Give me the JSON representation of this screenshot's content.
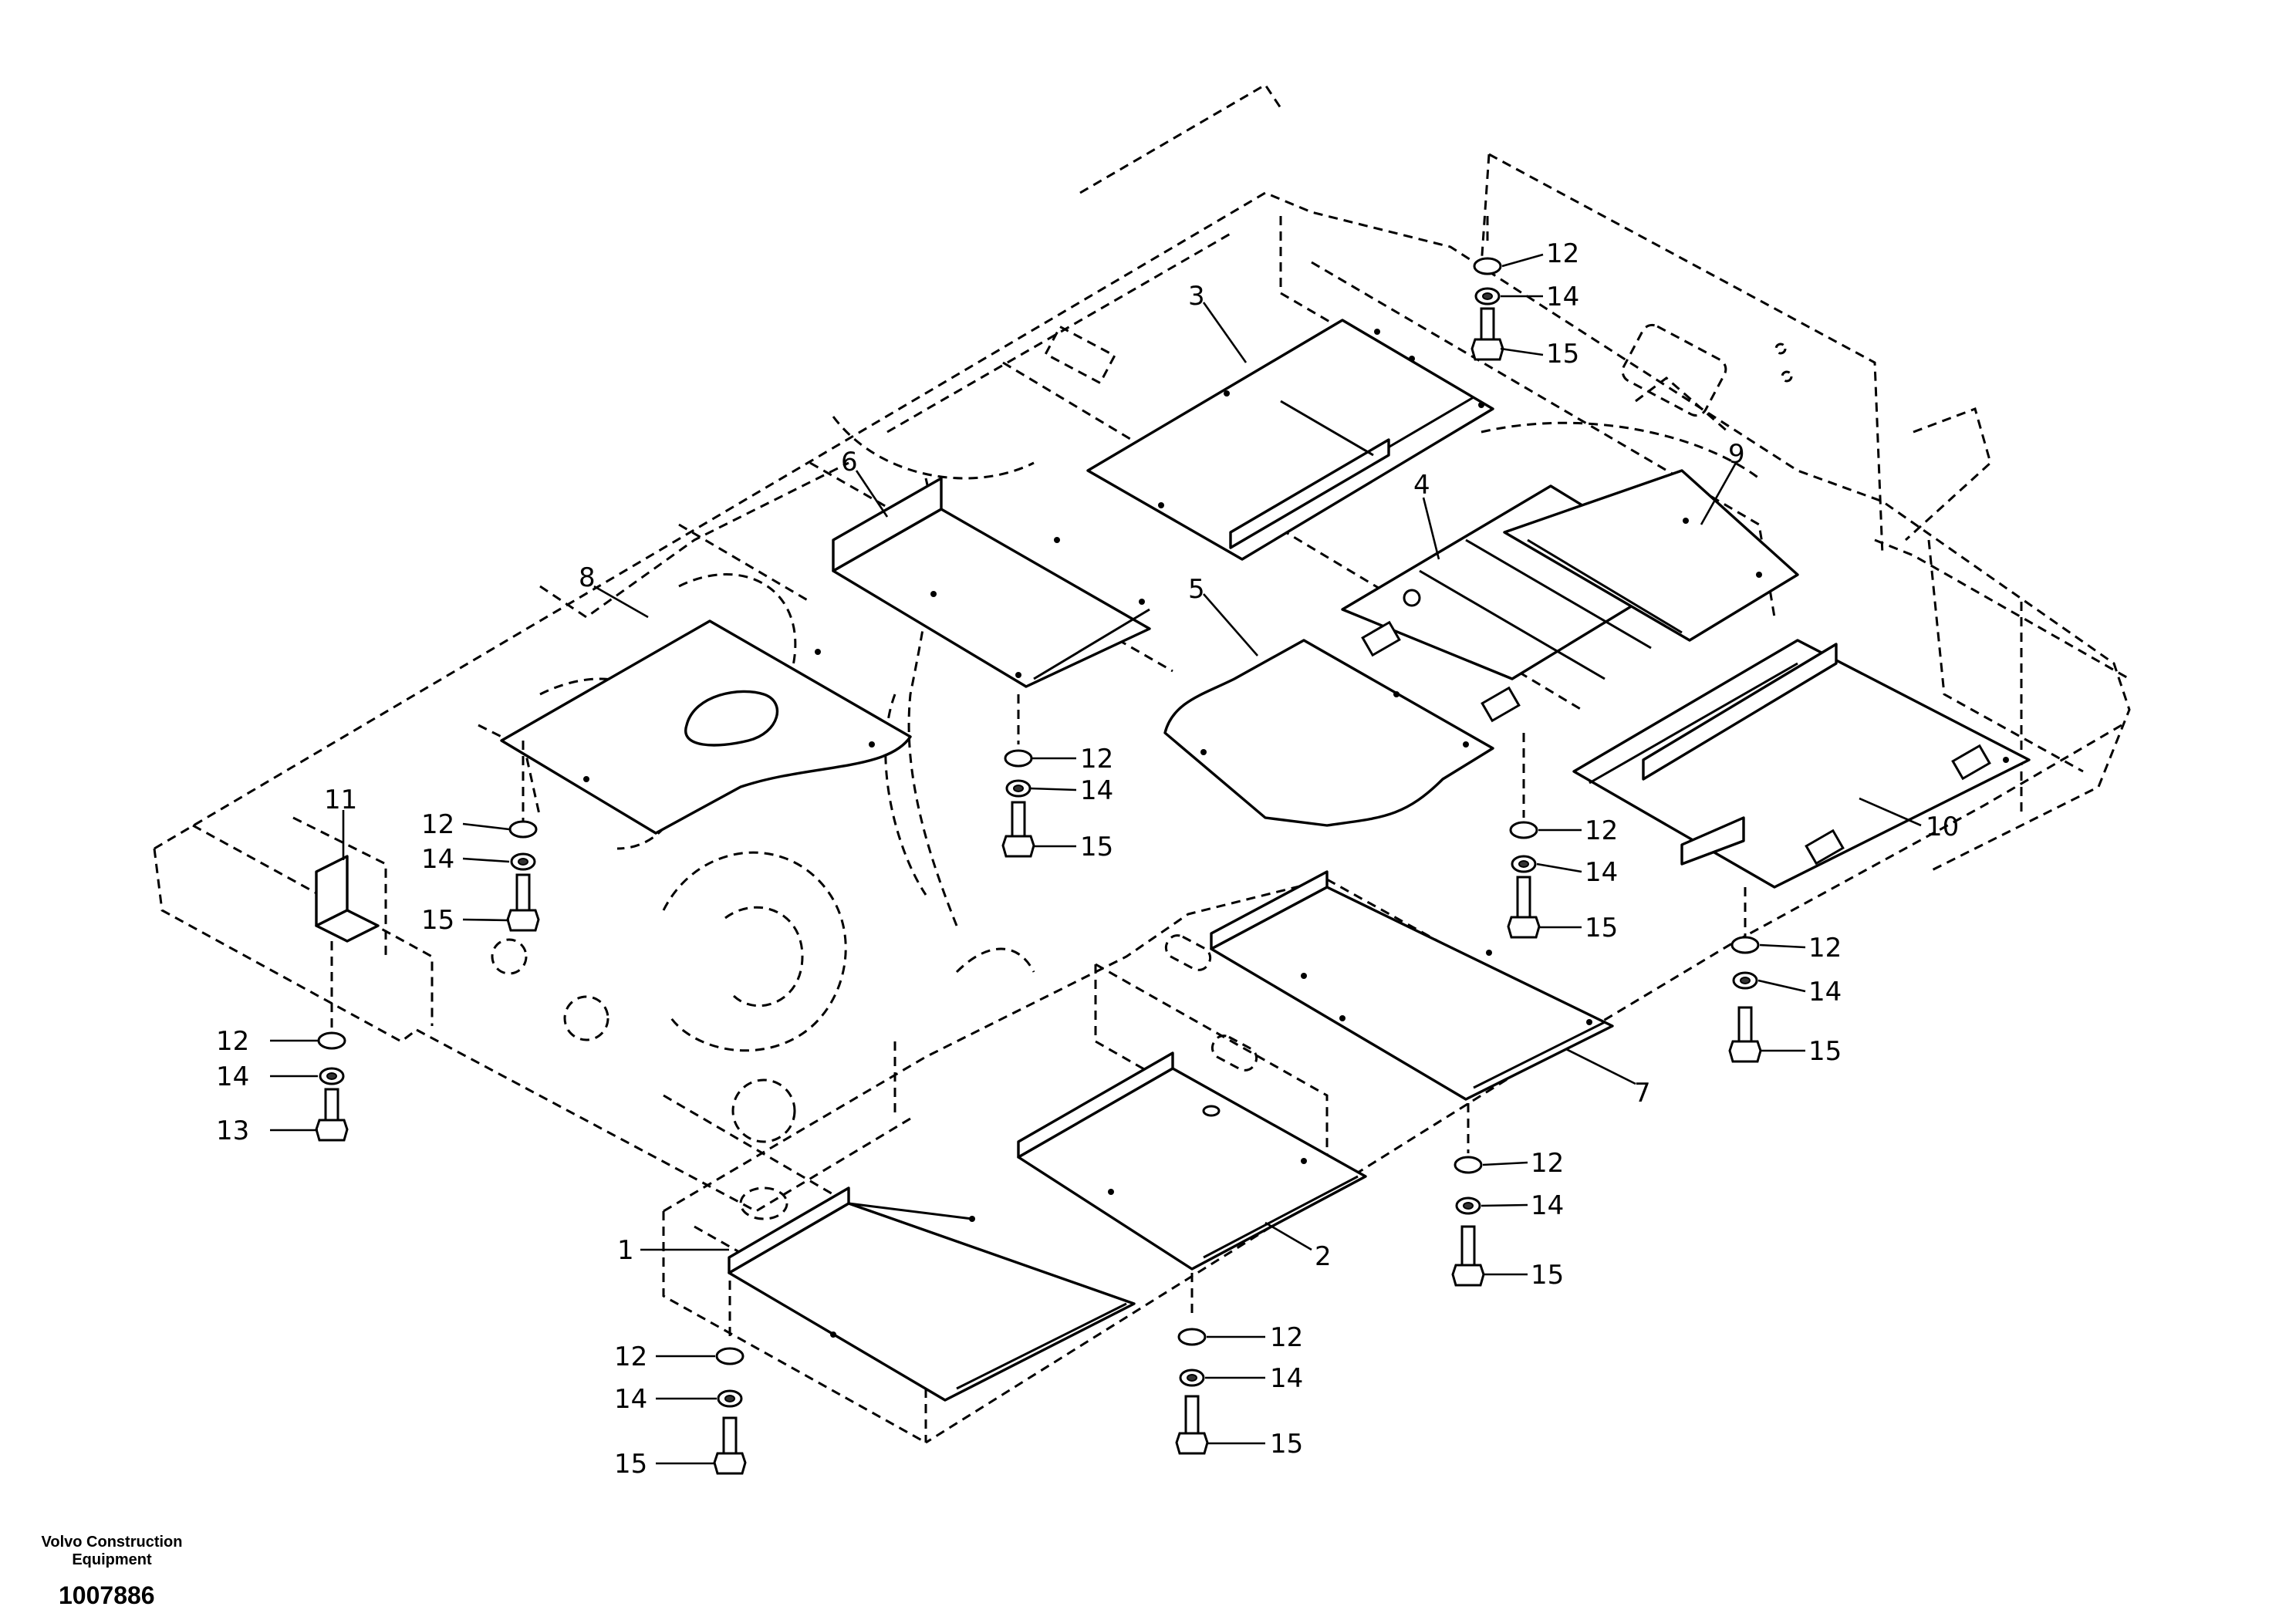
{
  "diagram": {
    "callouts": {
      "c1": "1",
      "c2": "2",
      "c3": "3",
      "c4": "4",
      "c5": "5",
      "c6": "6",
      "c7": "7",
      "c8": "8",
      "c9": "9",
      "c10": "10",
      "c11": "11",
      "c13": "13",
      "washer": "12",
      "spring_washer": "14",
      "bolt": "15"
    }
  },
  "footer": {
    "company_line1": "Volvo Construction",
    "company_line2": "Equipment",
    "reference_number": "1007886"
  }
}
